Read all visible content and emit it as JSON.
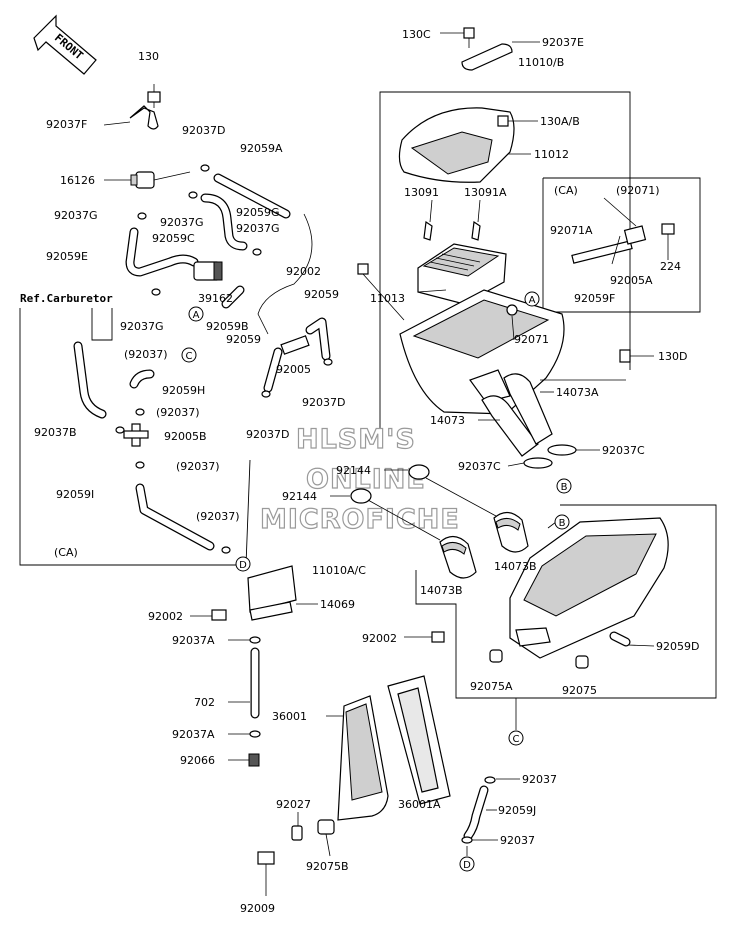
{
  "front_arrow": "FRONT",
  "ref_label": "Ref.Carburetor",
  "ca_group_left": "(CA)",
  "ca_group_right": "(CA)",
  "callouts": [
    "A",
    "B",
    "C",
    "D"
  ],
  "watermark": [
    "HLSM'S",
    "ONLINE",
    "MICROFICHE"
  ],
  "labels": {
    "p130": "130",
    "p92037F": "92037F",
    "p16126": "16126",
    "p92037D_top": "92037D",
    "p92059A": "92059A",
    "p92037G_a": "92037G",
    "p92037G_b": "92037G",
    "p92059G": "92059G",
    "p92037G_c": "92037G",
    "p92059C": "92059C",
    "p92059E": "92059E",
    "p39162": "39162",
    "p92037G_d": "92037G",
    "p92059B": "92059B",
    "p92059_a": "92059",
    "p92002_a": "92002",
    "p92059_b": "92059",
    "p92005": "92005",
    "p92037D_b": "92037D",
    "p92037D_c": "92037D",
    "p92037_ca1": "(92037)",
    "p92059H": "92059H",
    "p92037_ca2": "(92037)",
    "p92037B": "92037B",
    "p92005B": "92005B",
    "p92037_ca3": "(92037)",
    "p92059I": "92059I",
    "p92037_ca4": "(92037)",
    "p130C": "130C",
    "p92037E": "92037E",
    "p11010B": "11010/B",
    "p130AB": "130A/B",
    "p11012": "11012",
    "p13091": "13091",
    "p13091A": "13091A",
    "p92071_ca": "(92071)",
    "p92071A": "92071A",
    "p224": "224",
    "p92005A": "92005A",
    "p92059F": "92059F",
    "p11013": "11013",
    "p92071": "92071",
    "p130D": "130D",
    "p14073A": "14073A",
    "p14073": "14073",
    "p92037C_a": "92037C",
    "p92037C_b": "92037C",
    "p92144_a": "92144",
    "p92144_b": "92144",
    "p14073B_a": "14073B",
    "p14073B_b": "14073B",
    "p11010AC": "11010A/C",
    "p92002_b": "92002",
    "p14069": "14069",
    "p92037A_a": "92037A",
    "p702": "702",
    "p92037A_b": "92037A",
    "p92066": "92066",
    "p36001": "36001",
    "p92002_c": "92002",
    "p92059D": "92059D",
    "p92075A": "92075A",
    "p92075": "92075",
    "p92027": "92027",
    "p36001A": "36001A",
    "p92037_d": "92037",
    "p92059J": "92059J",
    "p92037_e": "92037",
    "p92075B": "92075B",
    "p92009": "92009"
  }
}
